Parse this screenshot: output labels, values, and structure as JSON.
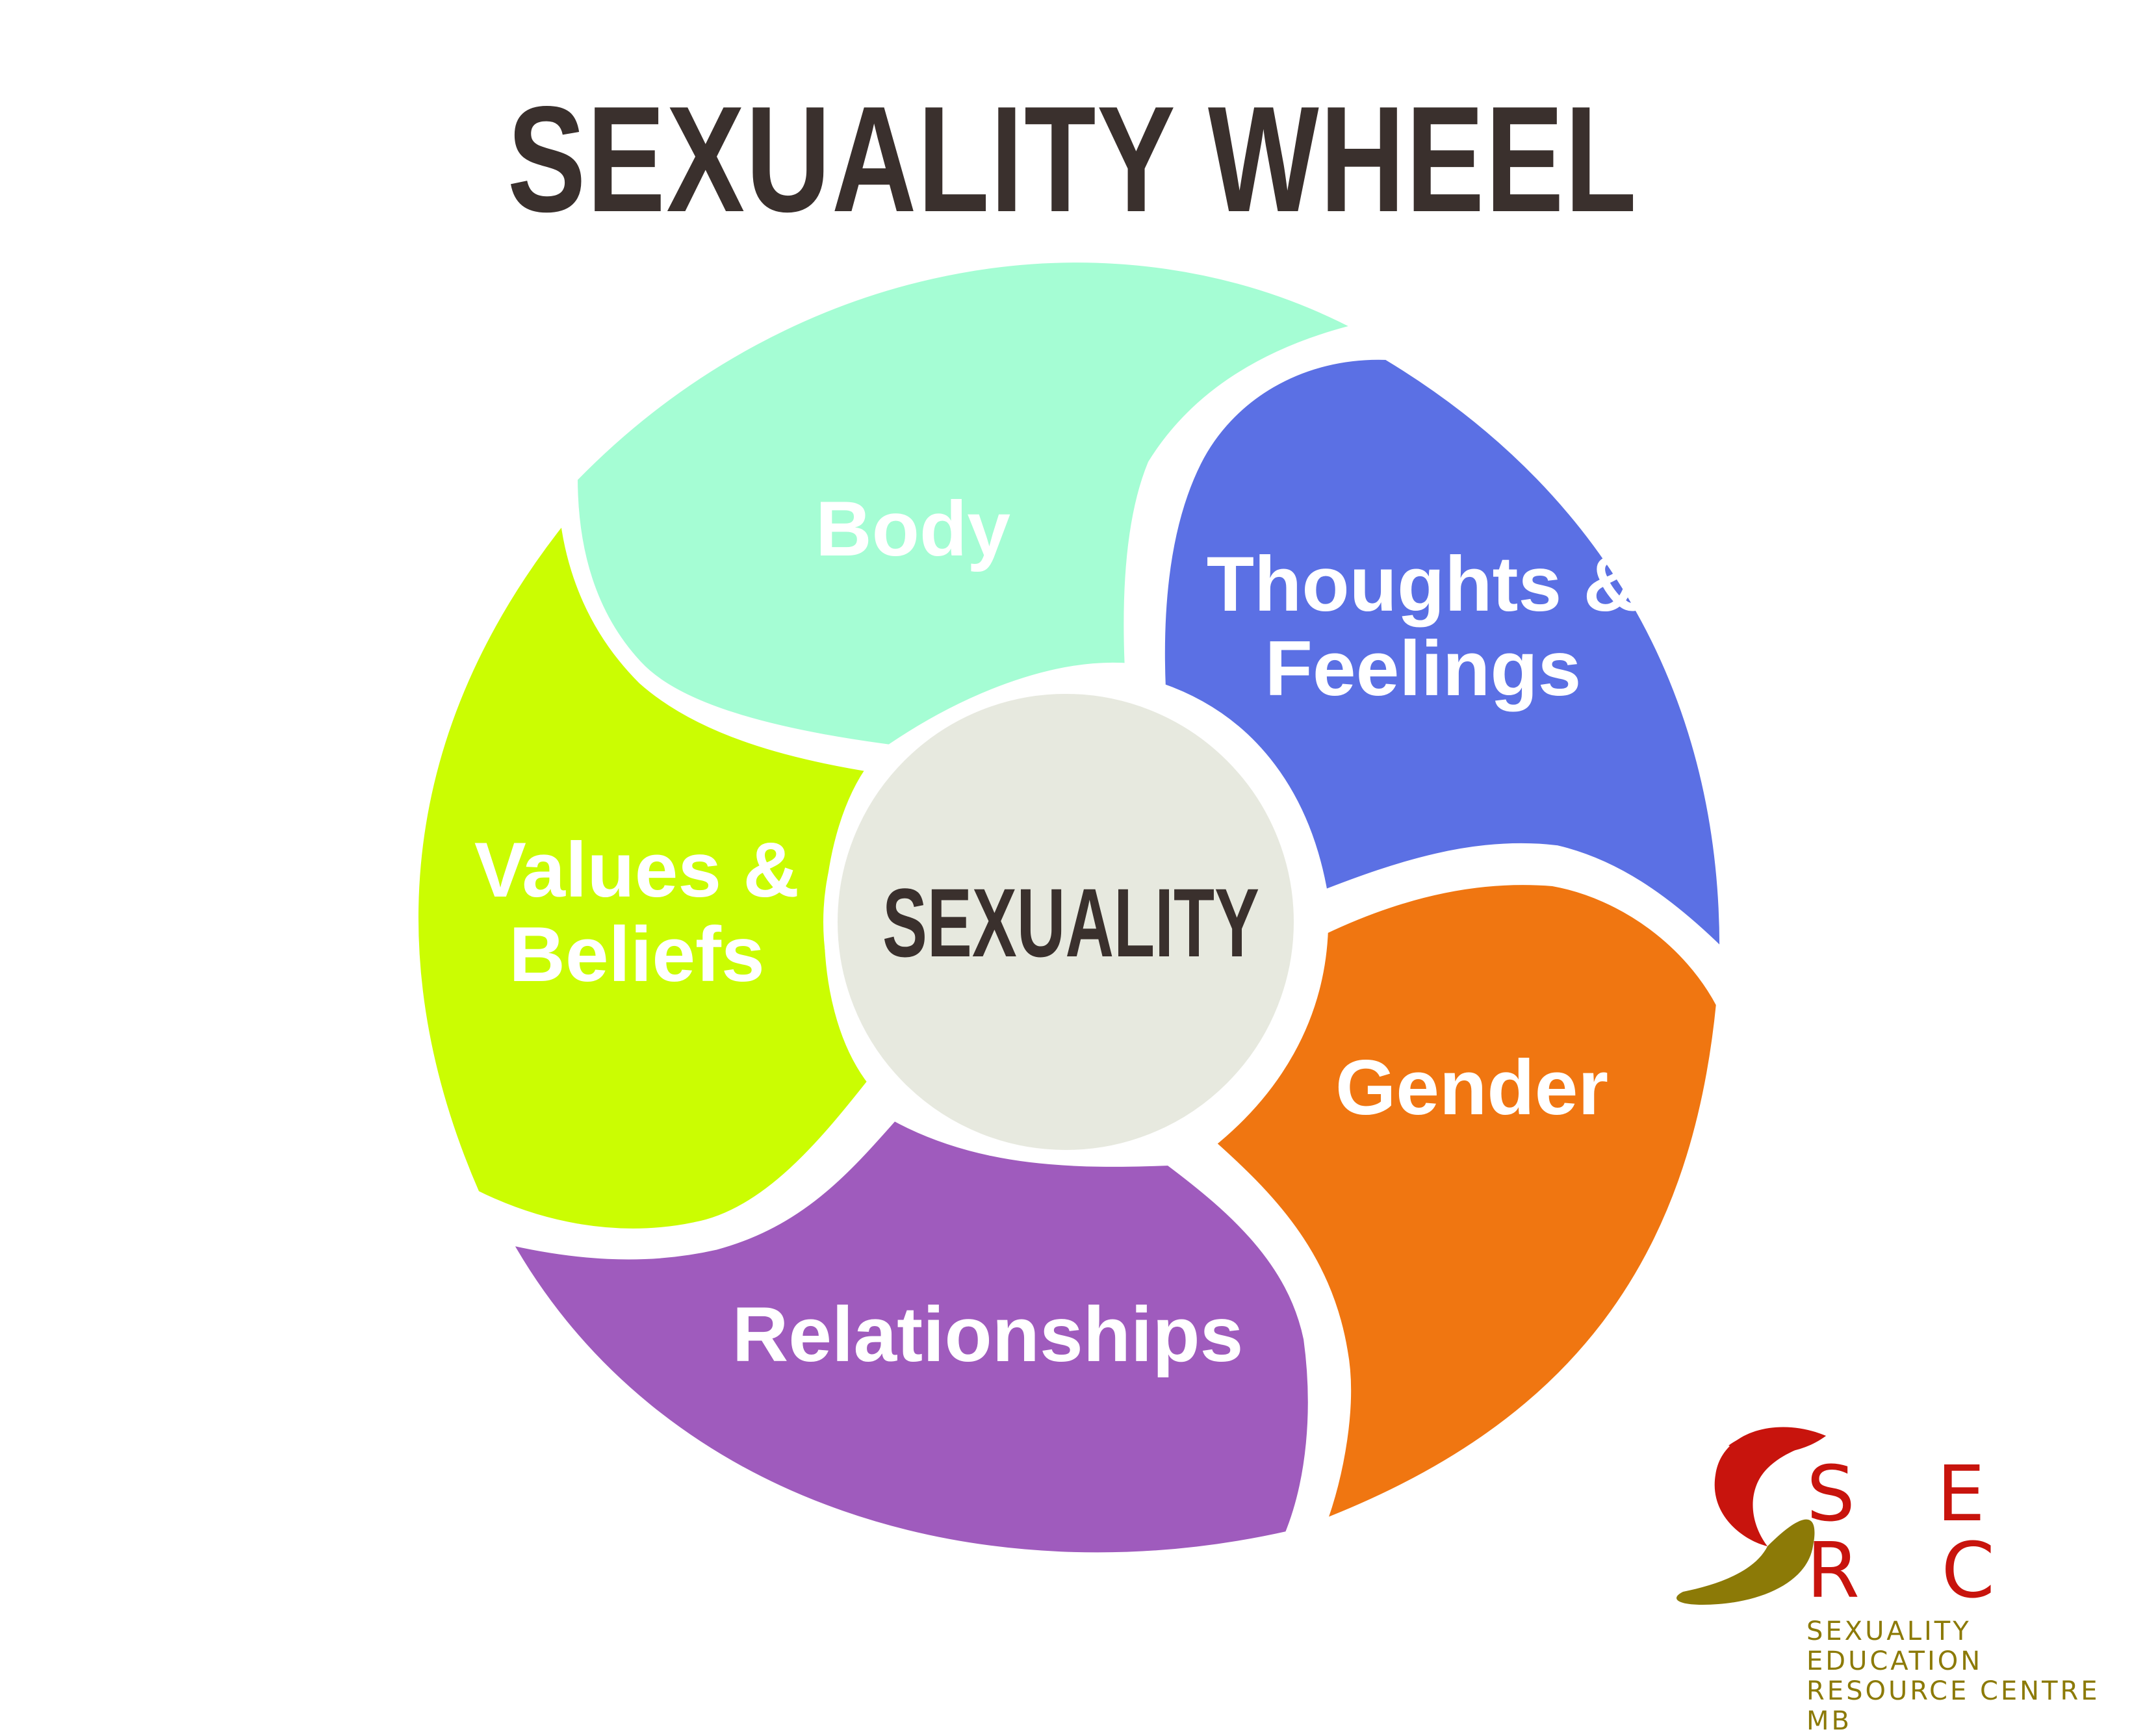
{
  "title": "SEXUALITY WHEEL",
  "center": {
    "label": "SEXUALITY"
  },
  "segments": [
    {
      "lines": [
        "Body"
      ],
      "color": "#a5fdd4"
    },
    {
      "lines": [
        "Thoughts &",
        "Feelings"
      ],
      "color": "#5b70e4"
    },
    {
      "lines": [
        "Gender"
      ],
      "color": "#f07611"
    },
    {
      "lines": [
        "Relationships"
      ],
      "color": "#9f5bbd"
    },
    {
      "lines": [
        "Values &",
        "Beliefs"
      ],
      "color": "#cbfd02"
    }
  ],
  "logo": {
    "acronym": "S E R C",
    "line1": "SEXUALITY EDUCATION",
    "line2": "RESOURCE CENTRE MB"
  },
  "colors": {
    "title": "#3a302d",
    "center_fill": "#e7e9df",
    "center_text": "#3a302d",
    "logo_red": "#c8140d",
    "logo_olive": "#8c7a07"
  }
}
